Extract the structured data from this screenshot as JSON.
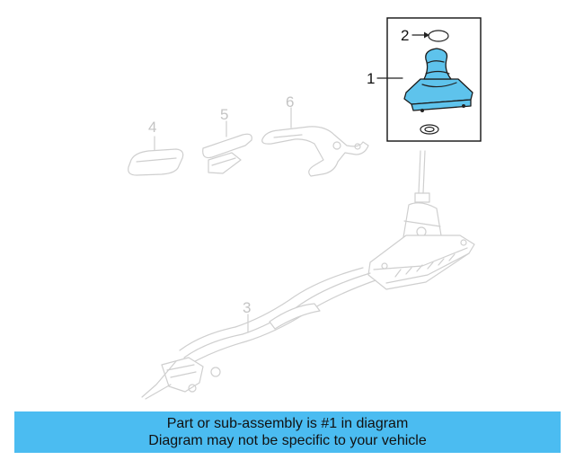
{
  "diagram": {
    "callouts": {
      "c1": "1",
      "c2": "2",
      "c3": "3",
      "c4": "4",
      "c5": "5",
      "c6": "6"
    }
  },
  "banner": {
    "line1": "Part or sub-assembly is #1 in diagram",
    "line2": "Diagram may not be specific to your vehicle"
  },
  "colors": {
    "banner_background": "#4bbcf1",
    "highlight_part": "#5ec3ec"
  }
}
